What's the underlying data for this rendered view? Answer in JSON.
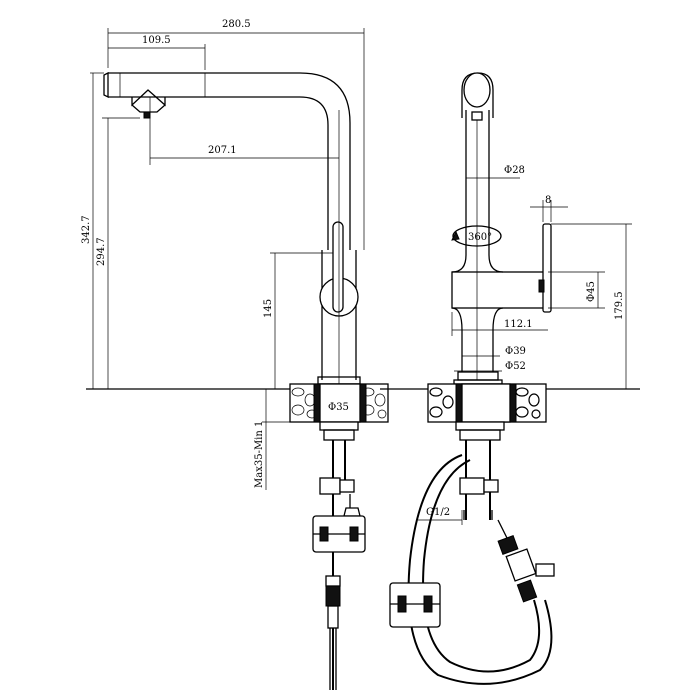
{
  "dimensions": {
    "overall_width": "280.5",
    "aerator_offset": "109.5",
    "spout_reach": "207.1",
    "total_height": "342.7",
    "spout_height": "294.7",
    "lever_height": "145",
    "mount_hole": "Φ35",
    "deck_thickness": "Max35-Min 1",
    "spout_diameter": "Φ28",
    "rotation": "360°",
    "lever_width": "8",
    "body_depth": "112.1",
    "body_diameter": "Φ45",
    "lever_total_height": "179.5",
    "base_diameter": "Φ39",
    "flange_diameter": "Φ52",
    "thread": "G1/2"
  }
}
